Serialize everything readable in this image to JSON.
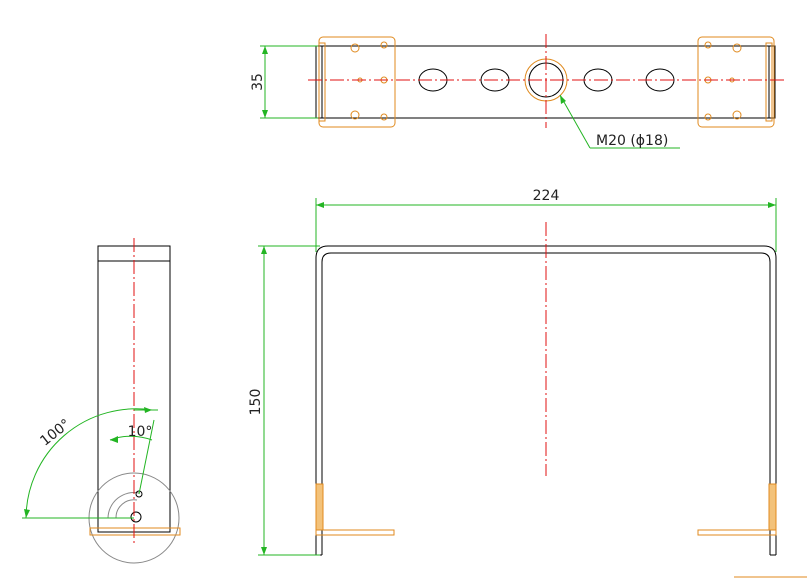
{
  "dimensions": {
    "top_height": "35",
    "front_width": "224",
    "front_height": "150",
    "side_angle_large": "100°",
    "side_angle_small": "10°"
  },
  "annotations": {
    "hole_callout": "M20 (ϕ18)"
  },
  "colors": {
    "outline": "#000000",
    "centerline": "#e01010",
    "dimension": "#23b523",
    "bracket": "#e08a1e"
  }
}
